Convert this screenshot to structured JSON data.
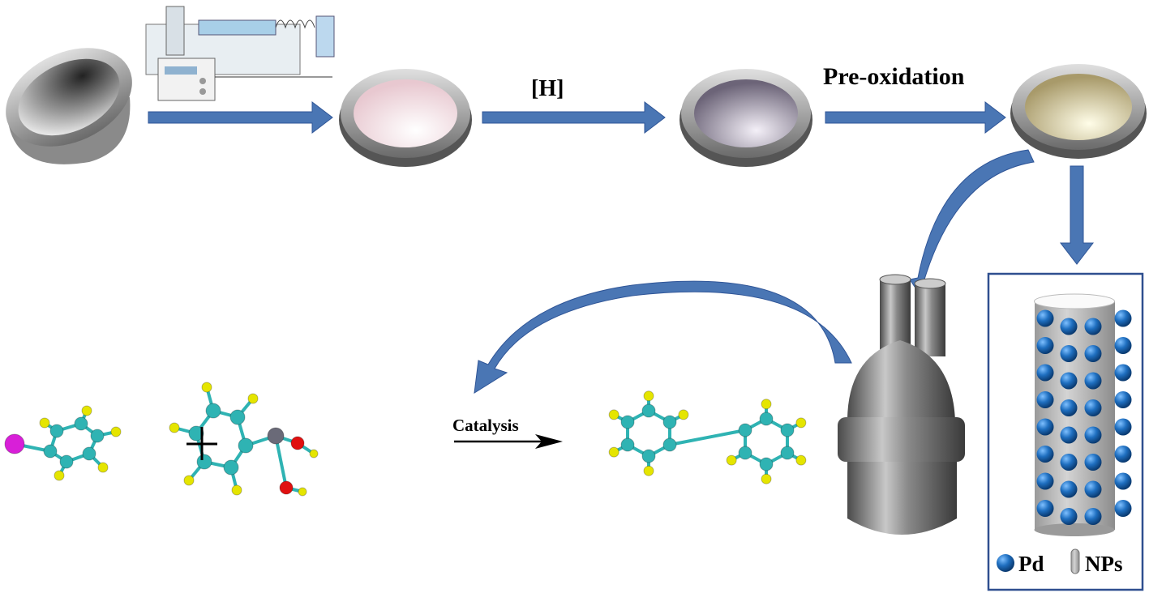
{
  "labels": {
    "hydrogenation": "[H]",
    "pre_oxidation": "Pre-oxidation",
    "catalysis": "Catalysis",
    "legend_pd": "Pd",
    "legend_nps": "NPs"
  },
  "colors": {
    "arrow": "#4a76b4",
    "arrow_edge": "#2f5597",
    "pd_sphere": "#1f6fc0",
    "carbon": "#2fb3b3",
    "hydrogen": "#e5e500",
    "iodine": "#d81fd8",
    "oxygen": "#e01010",
    "boron": "#6a6a78",
    "box_border": "#2f4f8f"
  }
}
